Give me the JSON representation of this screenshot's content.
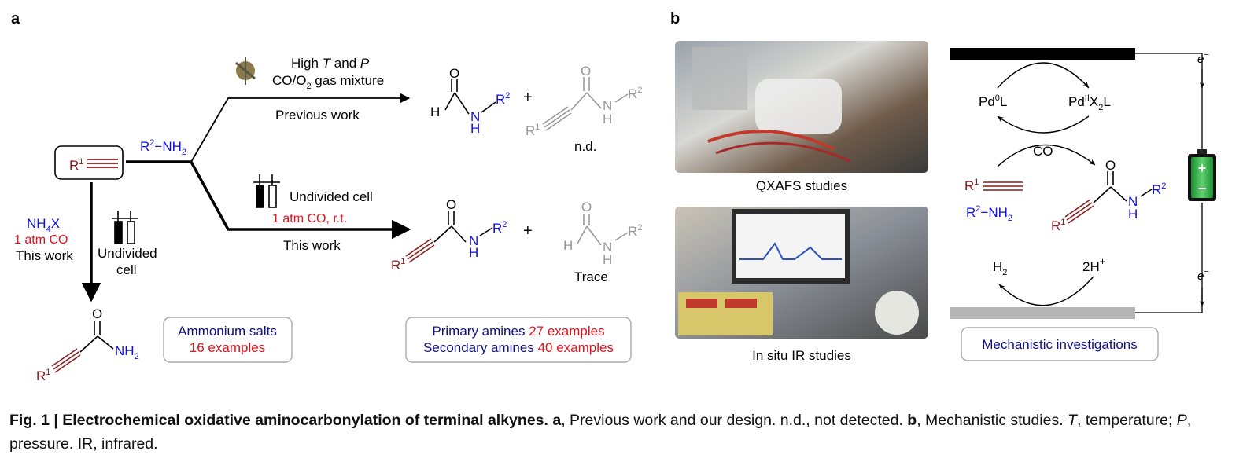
{
  "panels": {
    "a": "a",
    "b": "b"
  },
  "panel_a": {
    "r1_alkyne": "R1",
    "r2_nh2": "R2−NH2",
    "top_conditions": {
      "line1_pre": "High ",
      "line1_T": "T",
      "line1_mid": " and ",
      "line1_P": "P",
      "line2": "CO/O2  gas mixture"
    },
    "previous_work": "Previous work",
    "plus": "+",
    "nd": "n.d.",
    "undivided_cell": "Undivided cell",
    "mid_conditions": "1 atm CO, r.t.",
    "this_work": "This work",
    "trace": "Trace",
    "left_conditions": {
      "nh4x": "NH4X",
      "co": "1 atm CO",
      "this_work": "This work"
    },
    "left_cell": {
      "line1": "Undivided",
      "line2": "cell"
    },
    "ammonium_box": {
      "line1": "Ammonium salts",
      "line2": "16 examples"
    },
    "amines_box": {
      "primary": "Primary amines ",
      "primary_count": "27 examples",
      "secondary": "Secondary amines ",
      "secondary_count": "40 examples"
    }
  },
  "panel_b": {
    "qxafs": "QXAFS studies",
    "insitu": "In situ IR studies",
    "pd0": "Pd0L",
    "pd2": "PdIIX2L",
    "co": "CO",
    "r1": "R1",
    "r2nh2": "R2−NH2",
    "h2": "H2",
    "protons": "2H+",
    "electron": "e−",
    "mech_box": "Mechanistic investigations"
  },
  "caption": {
    "fig": "Fig. 1 | ",
    "title": "Electrochemical oxidative aminocarbonylation of terminal alkynes. ",
    "a": "a",
    "a_text": ", Previous work and our design. n.d., not detected. ",
    "b": "b",
    "b_text": ", Mechanistic studies. ",
    "T": "T",
    "T_text": ", temperature; ",
    "P": "P",
    "P_text": ", pressure. IR, infrared."
  },
  "colors": {
    "red": "#e0111b",
    "blue": "#1010e6",
    "dark_red": "#8b1c1c",
    "navy": "#101080",
    "gray": "#999999",
    "battery_green": "#2fb34a"
  }
}
